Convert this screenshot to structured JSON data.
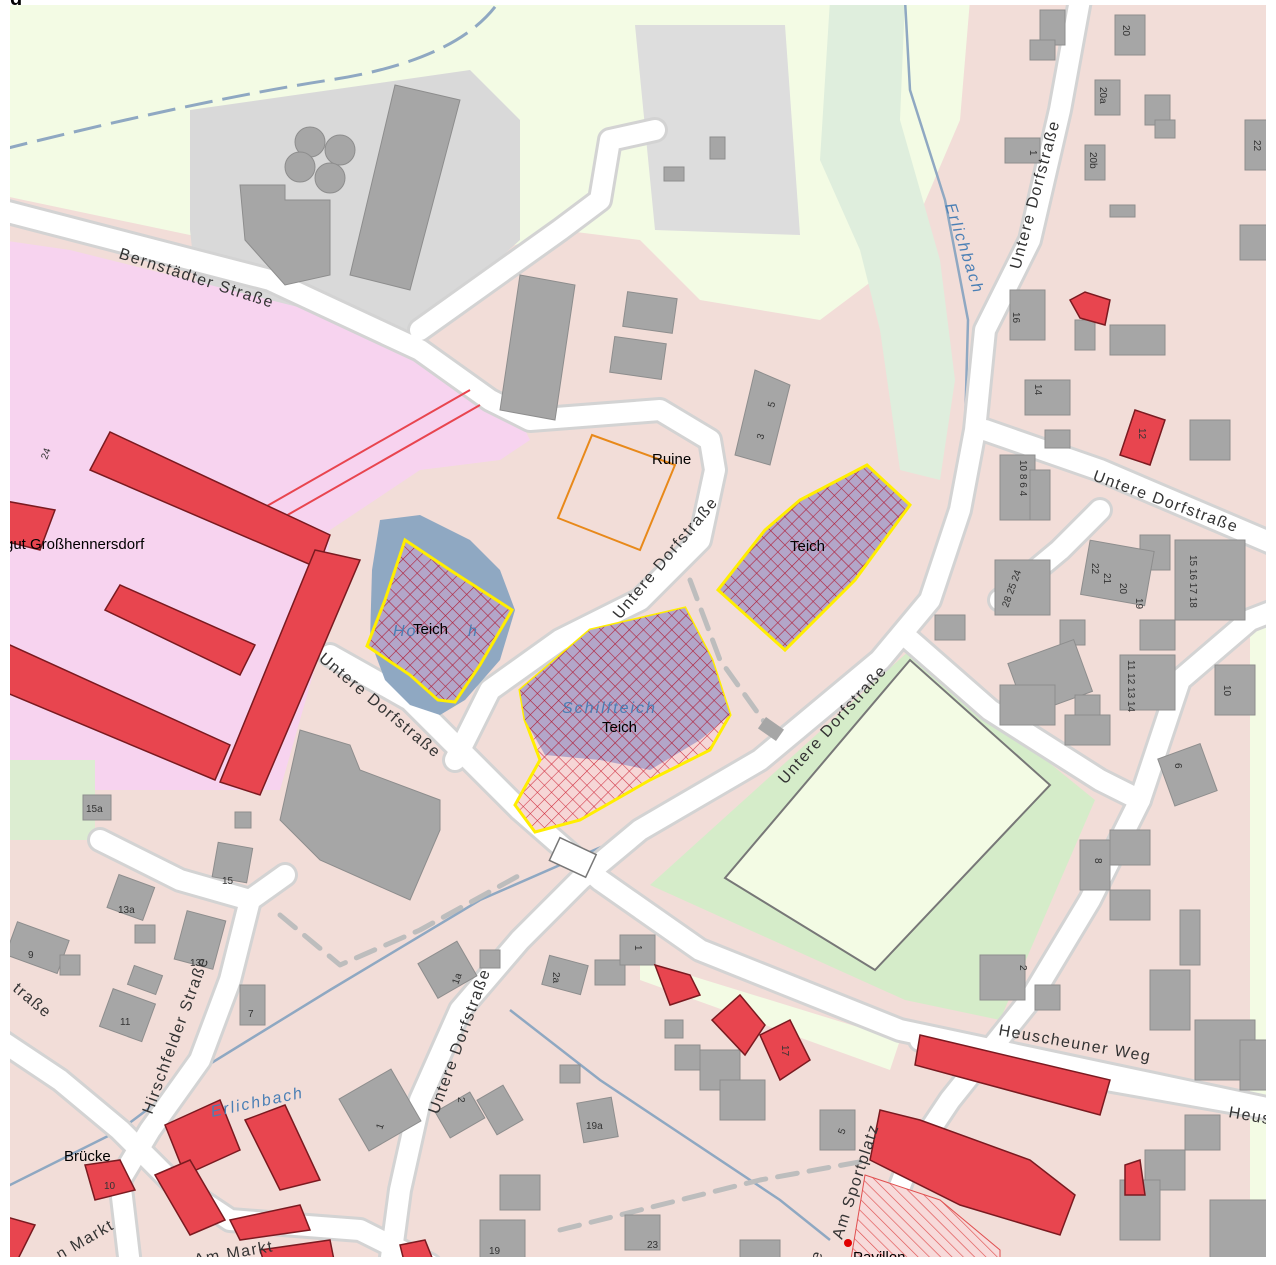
{
  "map": {
    "title_fragment": "g",
    "colors": {
      "residential": "#f2ddd8",
      "road": "#ffffff",
      "road_casing": "#d8d8d8",
      "building": "#a6a6a6",
      "highlight_building": "#e8454f",
      "highlight_area": "#f7d3ef",
      "meadow": "#f3fbe4",
      "sport": "#d5ecc9",
      "industrial": "#d9d9d9",
      "water": "#8fa8c2",
      "pond_outline": "#ffee00",
      "pond_hatch": "#b0203a",
      "ruin_outline": "#e8891a"
    },
    "streets": {
      "bernstaedter": "Bernstädter Straße",
      "untere_dorf_1": "Untere Dorfstraße",
      "untere_dorf_2": "Untere Dorfstraße",
      "untere_dorf_3": "Untere Dorfstraße",
      "untere_dorf_4": "Untere Dorfstraße",
      "untere_dorf_5": "Untere Dorfstraße",
      "untere_dorf_6": "Untere Dorfstraße",
      "hirschfelder": "Hirschfelder Straße",
      "heuscheuner": "Heuscheuner Weg",
      "heus_cut": "Heus",
      "am_markt_1": "Am Markt",
      "am_markt_2": "n Markt",
      "am_sportplatz": "Am Sportplatz",
      "strasse_left": "traße",
      "e_cut": "e"
    },
    "water": {
      "erlichbach_1": "Erlichbach",
      "erlichbach_2": "Erlichbach",
      "schilfteich": "Schilfteich",
      "ho_fragment": "Ho",
      "h_fragment": "h"
    },
    "features": {
      "teich_1": "Teich",
      "teich_2": "Teich",
      "teich_3": "Teich",
      "ruine": "Ruine",
      "gut": "gut Großhennersdorf",
      "bruecke": "Brücke",
      "pavillon": "Pavillon"
    },
    "house_numbers": {
      "n20": "20",
      "n20a": "20a",
      "n20b": "20b",
      "n22": "22",
      "n1": "1",
      "n16": "16",
      "n14": "14",
      "n12": "12",
      "n10": "10 8 6 4",
      "n3": "3",
      "n5": "5",
      "n28": "28 25 24",
      "n22b": "22",
      "n21": "21",
      "n20c": "20",
      "n19": "19",
      "n15": "15 16 17 18",
      "n1114": "11 12 13 14",
      "n10b": "10",
      "n15a": "15a",
      "n15b": "15",
      "n13a": "13a",
      "n13": "13",
      "n9": "9",
      "n11": "11",
      "n7": "7",
      "n1a": "1a",
      "n2a": "2a",
      "n2": "2",
      "n1b": "1",
      "n19a": "19a",
      "n5b": "5",
      "n19b": "19",
      "n23": "23",
      "n8": "8",
      "n6": "6",
      "n2b": "2",
      "n1c": "1",
      "n10c": "10",
      "n24": "24",
      "n17": "17"
    }
  }
}
